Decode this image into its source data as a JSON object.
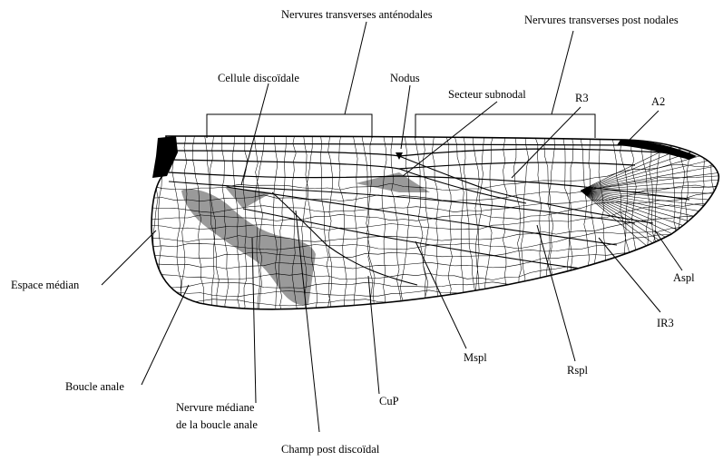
{
  "labels": {
    "antenodales": "Nervures transverses anténodales",
    "postnodales": "Nervures transverses post nodales",
    "cellule_discoidale": "Cellule discoïdale",
    "nodus": "Nodus",
    "secteur_subnodal": "Secteur subnodal",
    "r3": "R3",
    "a2": "A2",
    "espace_median": "Espace médian",
    "aspl": "Aspl",
    "ir3": "IR3",
    "boucle_anale": "Boucle anale",
    "nervure_mediane_1": "Nervure médiane",
    "nervure_mediane_2": "de la boucle anale",
    "cup": "CuP",
    "mspl": "Mspl",
    "rspl": "Rspl",
    "champ_post_discoidal": "Champ post discoïdal"
  },
  "colors": {
    "outline": "#000000",
    "shaded_cells": "#999999",
    "pterostigma": "#000000",
    "background": "#ffffff"
  }
}
